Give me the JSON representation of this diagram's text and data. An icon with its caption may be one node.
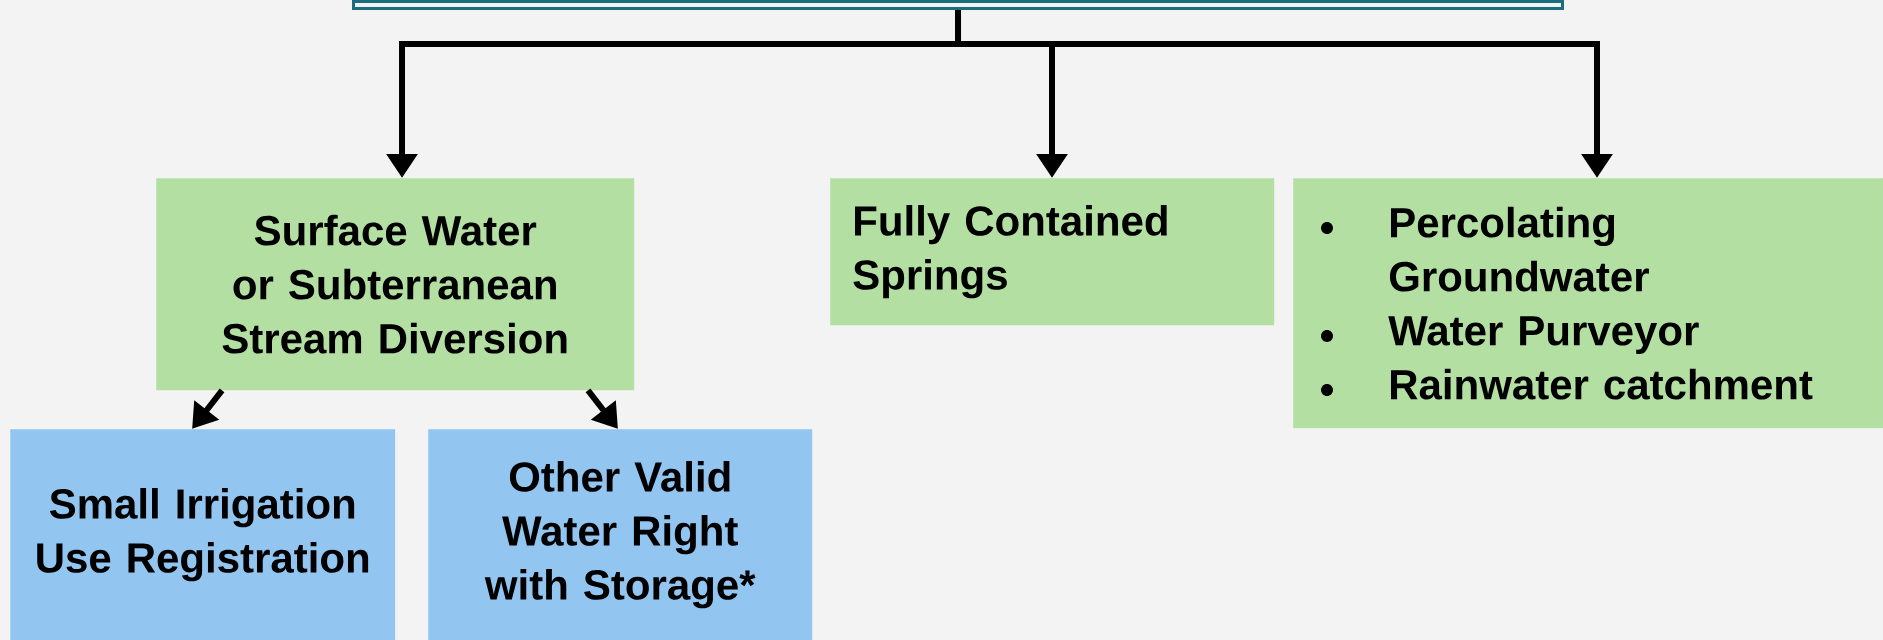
{
  "diagram": {
    "nodes": [
      {
        "text": [],
        "shape": "box"
      },
      {
        "text": [
          "Surface Water or Subterranean Stream Diversion"
        ]
      },
      {
        "text": [
          "Fully Contained Springs"
        ]
      },
      {
        "text": [
          "Percolating Groundwater",
          "Water Purveyor",
          "Rainwater catchment"
        ]
      },
      {
        "text": [
          "Small Irrigation Use Registration"
        ]
      },
      {
        "text": [
          "Other Valid Water Right with Storage*"
        ]
      }
    ],
    "edges": [
      {
        "from": 0,
        "to": 1,
        "arrow": "to"
      },
      {
        "from": 0,
        "to": 2,
        "arrow": "to"
      },
      {
        "from": 0,
        "to": 3,
        "arrow": "to"
      },
      {
        "from": 1,
        "to": 4,
        "arrow": "to"
      },
      {
        "from": 1,
        "to": 5,
        "arrow": "to"
      }
    ]
  }
}
